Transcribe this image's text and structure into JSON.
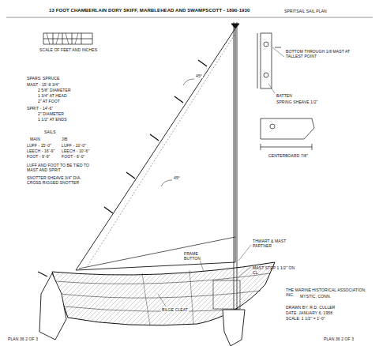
{
  "diagram": {
    "title": "13 FOOT CHAMBERLAIN DORY SKIFF, MARBLEHEAD AND SWAMPSCOTT - 1890-1930",
    "labels": [
      "SPRITSAIL SAIL PLAN",
      "SCALE OF FEET AND INCHES",
      "SPARS: SPRUCE",
      "MAST - 15'-8 3/4\"",
      "2 5/8\" DIAMETER",
      "1 3/4\" AT HEAD",
      "2\" AT FOOT",
      "SPRIT - 14'-6\"",
      "2\" DIAMETER",
      "1 1/2\" AT ENDS",
      "SAILS",
      "MAIN",
      "JIB",
      "LUFF - 15'-0\"",
      "LEECH - 16'-9\"",
      "FOOT - 9'-9\"",
      "LUFF - 10'-0\"",
      "LEECH - 10'-6\"",
      "FOOT - 6'-0\"",
      "LUFF AND FOOT TO BE TIED TO MAST AND SPRIT",
      "SNOTTER SHEAVE 3/4\" DIA. CROSS RIGGED SNOTTER",
      "45°",
      "45°",
      "BOTTOM THROUGH 1/8 MAST AT TALLEST POINT",
      "BATTEN",
      "SPRING SHEAVE 1/2\"",
      "CENTERBOARD 7/8\"",
      "FRAME BUTTON",
      "THWART & MAST PARTNER",
      "MAST STEP 1 1/2\" ON CL.",
      "BILGE CLEAT",
      "THE MARINE HISTORICAL ASSOCIATION, INC.",
      "MYSTIC, CONN.",
      "DRAWN BY: R.D. CULLER",
      "DATE: JANUARY 6, 1958",
      "SCALE: 1 1/2\" = 1'-0\"",
      "PLAN 36 2 OF 3",
      "PLAN 36 2 OF 3"
    ]
  }
}
